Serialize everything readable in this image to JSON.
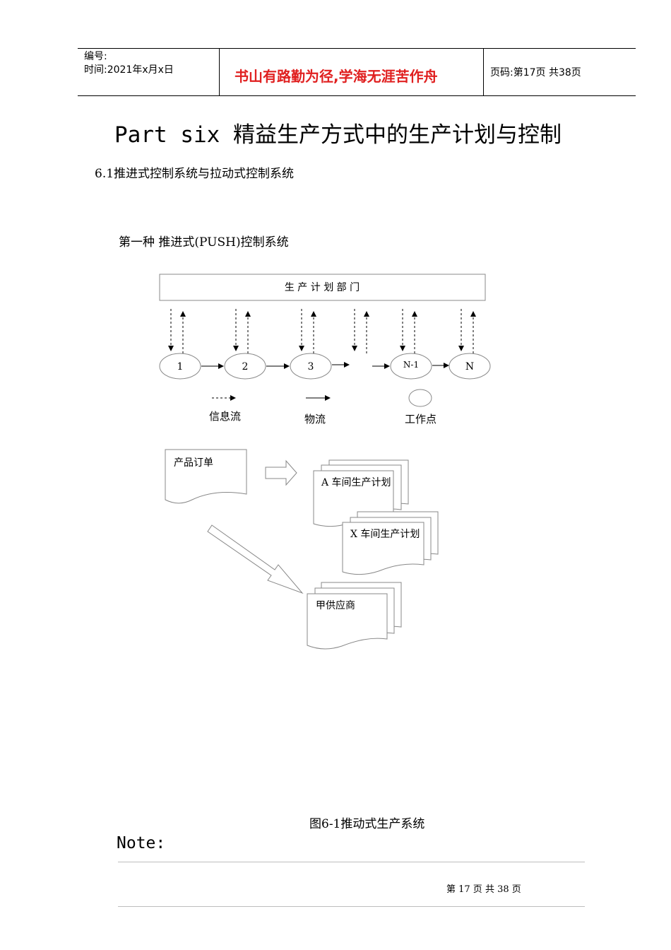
{
  "header": {
    "number_label": "编号:",
    "time_label": "时间:2021年x月x日",
    "motto": "书山有路勤为径,学海无涯苦作舟",
    "page_label": "页码:第17页 共38页"
  },
  "document": {
    "title": "Part six 精益生产方式中的生产计划与控制",
    "section_heading": "6.1推进式控制系统与拉动式控制系统",
    "subheading": "第一种 推进式(PUSH)控制系统",
    "figure_caption": "图6-1推动式生产系统",
    "note_label": "Note:"
  },
  "diagram": {
    "dept_label": "生 产 计 划 部 门",
    "nodes": [
      "1",
      "2",
      "3",
      "N-1",
      "N"
    ],
    "legend": {
      "info_flow": "信息流",
      "material_flow": "物流",
      "work_point": "工作点"
    },
    "documents": {
      "order": "产品订单",
      "plan_a": "A 车间生产计划",
      "plan_x": "X 车间生产计划",
      "supplier": "甲供应商"
    }
  },
  "footer": {
    "page_text": "第 17 页 共 38 页"
  }
}
